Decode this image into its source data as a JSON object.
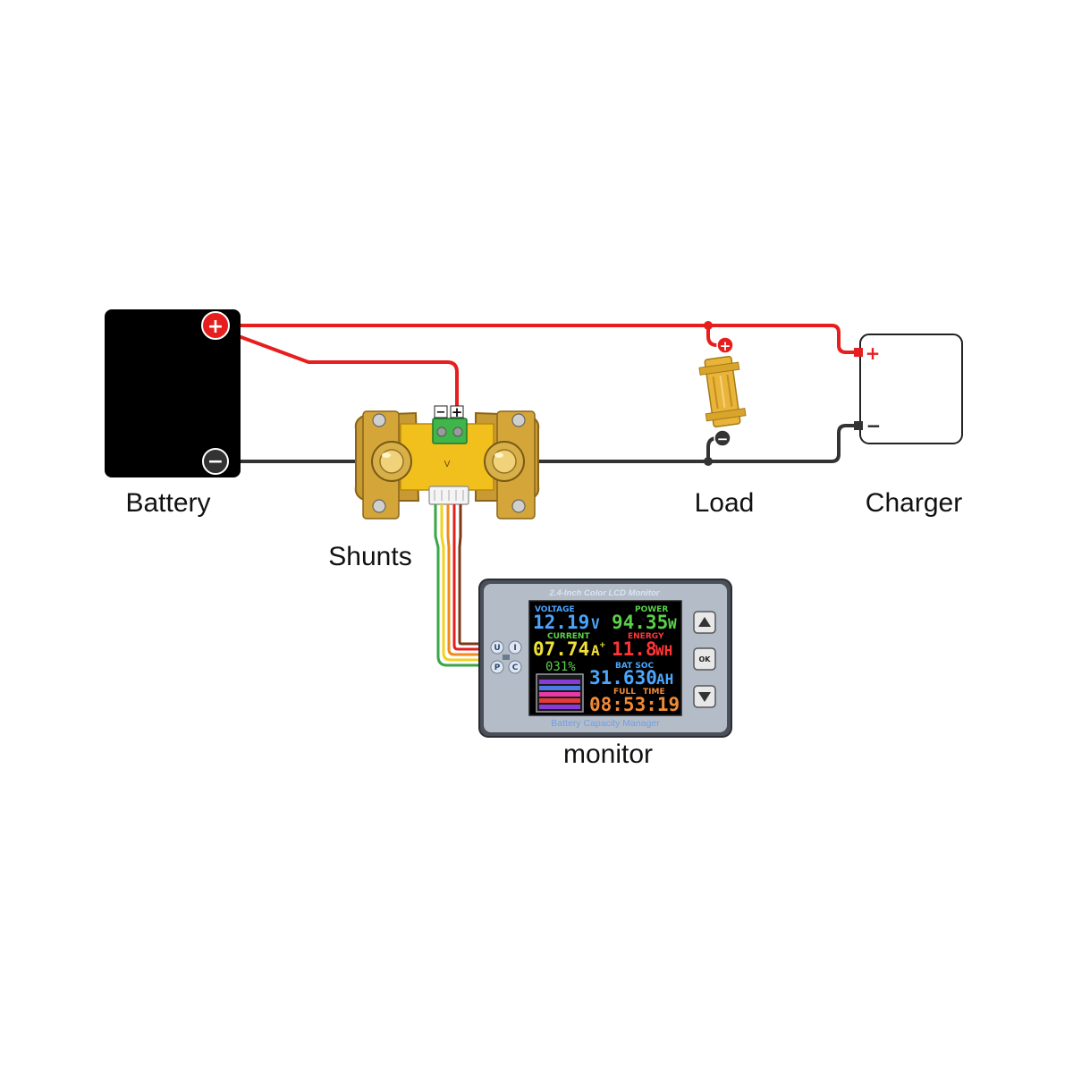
{
  "captions": {
    "battery": "Battery",
    "shunts": "Shunts",
    "load": "Load",
    "charger": "Charger",
    "monitor": "monitor"
  },
  "terminals": {
    "plus": "+",
    "minus": "−"
  },
  "monitor": {
    "bezel_title": "2.4-Inch Color LCD Monitor",
    "bezel_bottom": "Battery Capacity Manager",
    "mode_buttons": [
      "U",
      "I",
      "P",
      "C"
    ],
    "ok_label": "OK",
    "screen": {
      "voltage_label": "VOLTAGE",
      "voltage_value": "12.19",
      "voltage_unit": "V",
      "power_label": "POWER",
      "power_value": "94.35",
      "power_unit": "W",
      "current_label": "CURRENT",
      "current_value": "07.74",
      "current_unit": "A",
      "current_sign": "+",
      "energy_label": "ENERGY",
      "energy_value": "11.8",
      "energy_unit": "WH",
      "soc_percent": "031%",
      "bat_soc_label": "BAT SOC",
      "capacity_value": "31.630",
      "capacity_unit": "AH",
      "full_label": "FULL",
      "time_label": "TIME",
      "time_value": "08:53:19"
    }
  },
  "colors": {
    "positive_wire": "#e61e1e",
    "negative_wire": "#333333",
    "voltage_text": "#4aa6ff",
    "power_text": "#5ad14a",
    "current_text": "#f0e03a",
    "energy_text": "#ff3535",
    "time_text": "#f08a35"
  }
}
